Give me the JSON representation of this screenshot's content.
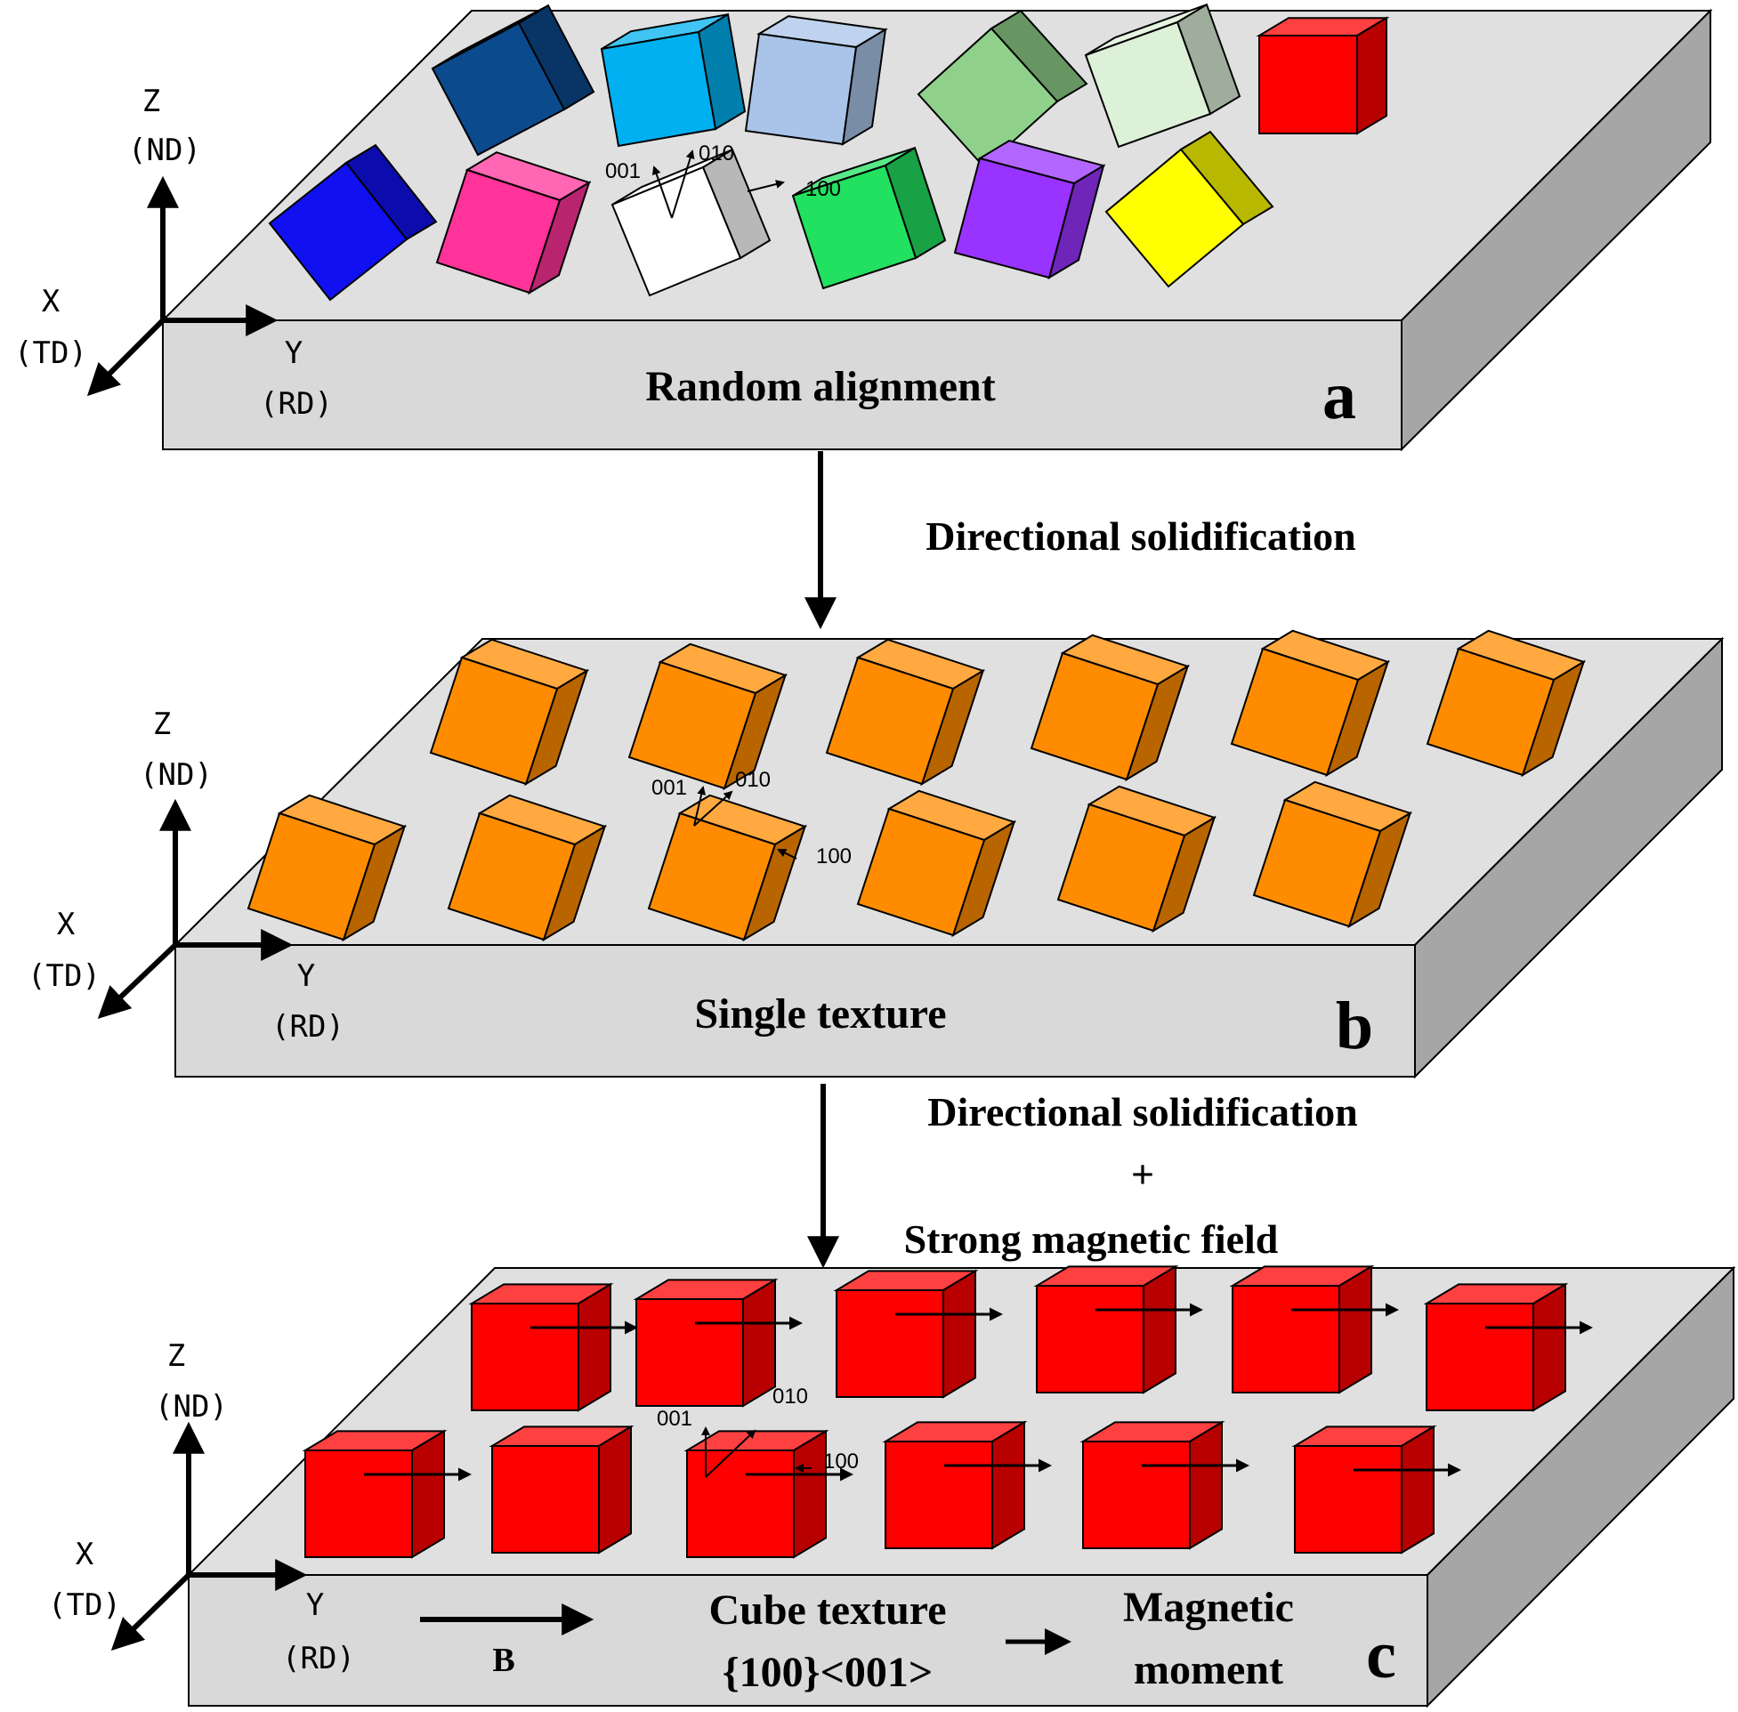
{
  "panels": [
    {
      "letter": "a",
      "caption": "Random alignment",
      "axes": {
        "z": "Z",
        "z_sub": "(ND)",
        "x": "X",
        "x_sub": "(TD)",
        "y": "Y",
        "y_sub": "(RD)"
      },
      "directions": {
        "d001": "001",
        "d010": "010",
        "d100": "100"
      },
      "cube_colors": [
        "#0b4a8c",
        "#00b0f0",
        "#a9c4e8",
        "#8fd18a",
        "#ddf0d8",
        "#ff0000",
        "#1010f0",
        "#ff3399",
        "#ffffff",
        "#22e060",
        "#9933ff",
        "#ffff00"
      ]
    },
    {
      "letter": "b",
      "caption": "Single texture",
      "axes": {
        "z": "Z",
        "z_sub": "(ND)",
        "x": "X",
        "x_sub": "(TD)",
        "y": "Y",
        "y_sub": "(RD)"
      },
      "directions": {
        "d001": "001",
        "d010": "010",
        "d100": "100"
      },
      "cube_color": "#ff8c00"
    },
    {
      "letter": "c",
      "caption_line1": "Cube texture",
      "caption_line2": "{100}<001>",
      "field_label": "B",
      "moment_line1": "Magnetic",
      "moment_line2": "moment",
      "axes": {
        "z": "Z",
        "z_sub": "(ND)",
        "x": "X",
        "x_sub": "(TD)",
        "y": "Y",
        "y_sub": "(RD)"
      },
      "directions": {
        "d001": "001",
        "d010": "010",
        "d100": "100"
      },
      "cube_color": "#ff0000"
    }
  ],
  "transitions": [
    {
      "text": "Directional solidification"
    },
    {
      "line1": "Directional solidification",
      "line2": "+",
      "line3": "Strong magnetic field"
    }
  ],
  "colors": {
    "slab_top": "#e0e0e0",
    "slab_front": "#d9d9d9",
    "slab_side": "#a6a6a6"
  }
}
